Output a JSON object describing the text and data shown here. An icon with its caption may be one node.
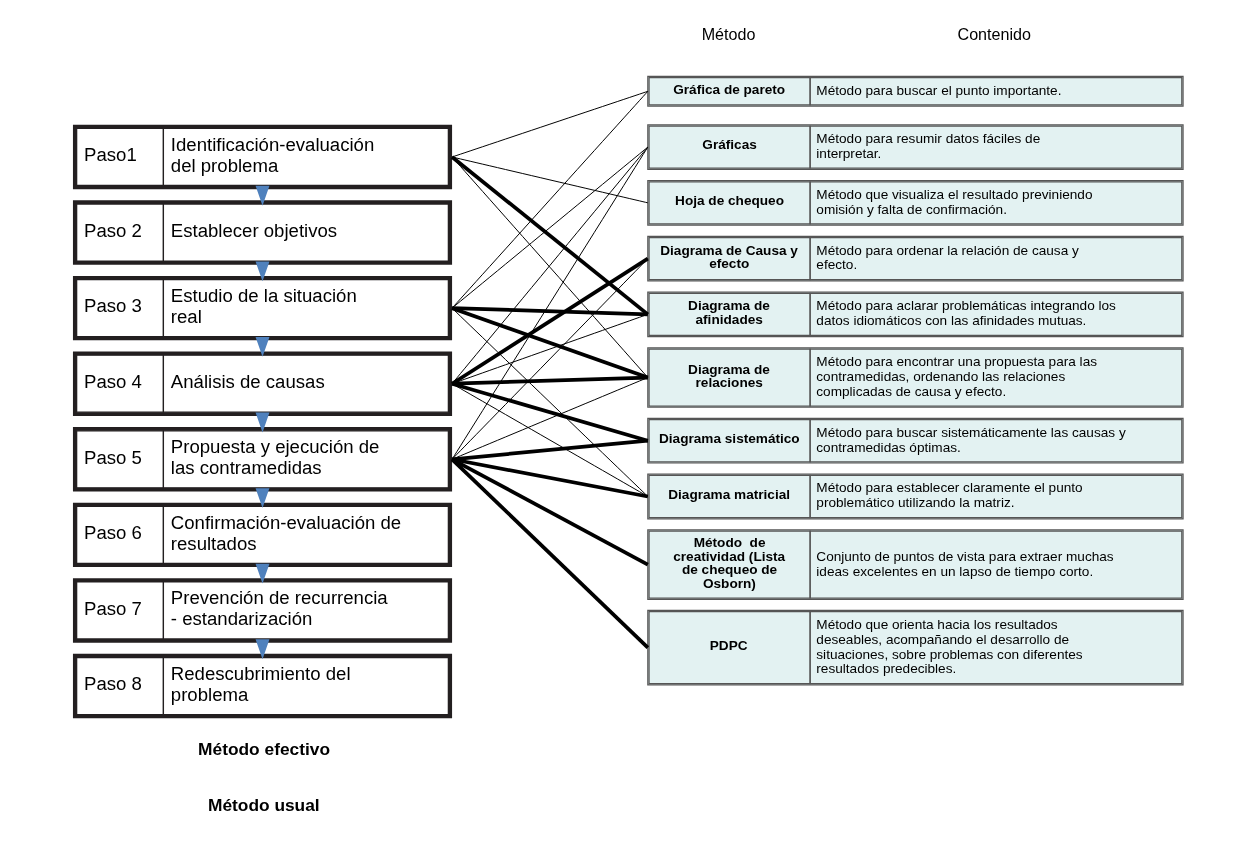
{
  "diagram": {
    "nodes": [
      {
        "text": [
          "Paso1",
          "Identificación-evaluación del problema"
        ]
      },
      {
        "text": [
          "Paso 2",
          "Establecer objetivos"
        ]
      },
      {
        "text": [
          "Paso 3",
          "Estudio de la situación real"
        ]
      },
      {
        "text": [
          "Paso 4",
          "Análisis de causas"
        ]
      },
      {
        "text": [
          "Paso 5",
          "Propuesta y ejecución de las contramedidas"
        ]
      },
      {
        "text": [
          "Paso 6",
          "Confirmación-evaluación de resultados"
        ]
      },
      {
        "text": [
          "Paso 7",
          "Prevención de recurrencia - estandarización"
        ]
      },
      {
        "text": [
          "Paso 8",
          "Redescubrimiento del problema"
        ]
      },
      {
        "text": [
          "Gráfica de pareto",
          "Método para buscar el punto importante."
        ]
      },
      {
        "text": [
          "Gráficas",
          "Método para resumir datos fáciles de interpretar."
        ]
      },
      {
        "text": [
          "Hoja de chequeo",
          "Método que visualiza el resultado previniendo omisión y falta de confirmación."
        ]
      },
      {
        "text": [
          "Diagrama de Causa y efecto",
          "Método para ordenar la relación de causa y efecto."
        ]
      },
      {
        "text": [
          "Diagrama de afinidades",
          "Método para aclarar problemáticas integrando los datos idiomáticos con las afinidades mutuas."
        ]
      },
      {
        "text": [
          "Diagrama de relaciones",
          "Método para encontrar una propuesta para las contramedidas, ordenando las relaciones complicadas de causa y efecto."
        ]
      },
      {
        "text": [
          "Diagrama sistemático",
          "Método para buscar sistemáticamente las causas y contramedidas óptimas."
        ]
      },
      {
        "text": [
          "Diagrama matricial",
          "Método para establecer claramente el punto problemático utilizando la matriz."
        ]
      },
      {
        "text": [
          "Método  de creatividad (Lista de chequeo de Osborn)",
          "Conjunto de puntos de vista para extraer muchas ideas excelentes en un lapso de tiempo corto."
        ]
      },
      {
        "text": [
          "PDPC",
          "Método que orienta hacia los resultados deseables, acompañando el desarrollo de situaciones, sobre problemas con diferentes resultados predecibles."
        ]
      }
    ],
    "edges": [
      {
        "from": 0,
        "to": 1,
        "arrow": "to",
        "style": "thick",
        "color": "#4f81bd"
      },
      {
        "from": 1,
        "to": 2,
        "arrow": "to",
        "style": "thick",
        "color": "#4f81bd"
      },
      {
        "from": 2,
        "to": 3,
        "arrow": "to",
        "style": "thick",
        "color": "#4f81bd"
      },
      {
        "from": 3,
        "to": 4,
        "arrow": "to",
        "style": "thick",
        "color": "#4f81bd"
      },
      {
        "from": 4,
        "to": 5,
        "arrow": "to",
        "style": "thick",
        "color": "#4f81bd"
      },
      {
        "from": 5,
        "to": 6,
        "arrow": "to",
        "style": "thick",
        "color": "#4f81bd"
      },
      {
        "from": 6,
        "to": 7,
        "arrow": "to",
        "style": "thick",
        "color": "#4f81bd"
      },
      {
        "from": 0,
        "to": 8,
        "arrow": "none"
      },
      {
        "from": 0,
        "to": 10,
        "arrow": "none"
      },
      {
        "from": 0,
        "to": 12,
        "arrow": "none",
        "style": "thick"
      },
      {
        "from": 0,
        "to": 13,
        "arrow": "none"
      },
      {
        "from": 2,
        "to": 8,
        "arrow": "none"
      },
      {
        "from": 2,
        "to": 9,
        "arrow": "none"
      },
      {
        "from": 2,
        "to": 12,
        "arrow": "none",
        "style": "thick"
      },
      {
        "from": 2,
        "to": 13,
        "arrow": "none",
        "style": "thick"
      },
      {
        "from": 2,
        "to": 15,
        "arrow": "none"
      },
      {
        "from": 3,
        "to": 9,
        "arrow": "none"
      },
      {
        "from": 3,
        "to": 11,
        "arrow": "none",
        "style": "thick"
      },
      {
        "from": 3,
        "to": 12,
        "arrow": "none"
      },
      {
        "from": 3,
        "to": 13,
        "arrow": "none",
        "style": "thick"
      },
      {
        "from": 3,
        "to": 14,
        "arrow": "none",
        "style": "thick"
      },
      {
        "from": 3,
        "to": 15,
        "arrow": "none"
      },
      {
        "from": 4,
        "to": 9,
        "arrow": "none"
      },
      {
        "from": 4,
        "to": 11,
        "arrow": "none"
      },
      {
        "from": 4,
        "to": 13,
        "arrow": "none"
      },
      {
        "from": 4,
        "to": 14,
        "arrow": "none",
        "style": "thick"
      },
      {
        "from": 4,
        "to": 15,
        "arrow": "none",
        "style": "thick"
      },
      {
        "from": 4,
        "to": 16,
        "arrow": "none",
        "style": "thick"
      },
      {
        "from": 4,
        "to": 17,
        "arrow": "none",
        "style": "thick"
      }
    ],
    "labels": [
      "Método",
      "Contenido"
    ],
    "legend": [
      {
        "text": "Método efectivo"
      },
      {
        "text": "Método usual"
      }
    ]
  }
}
